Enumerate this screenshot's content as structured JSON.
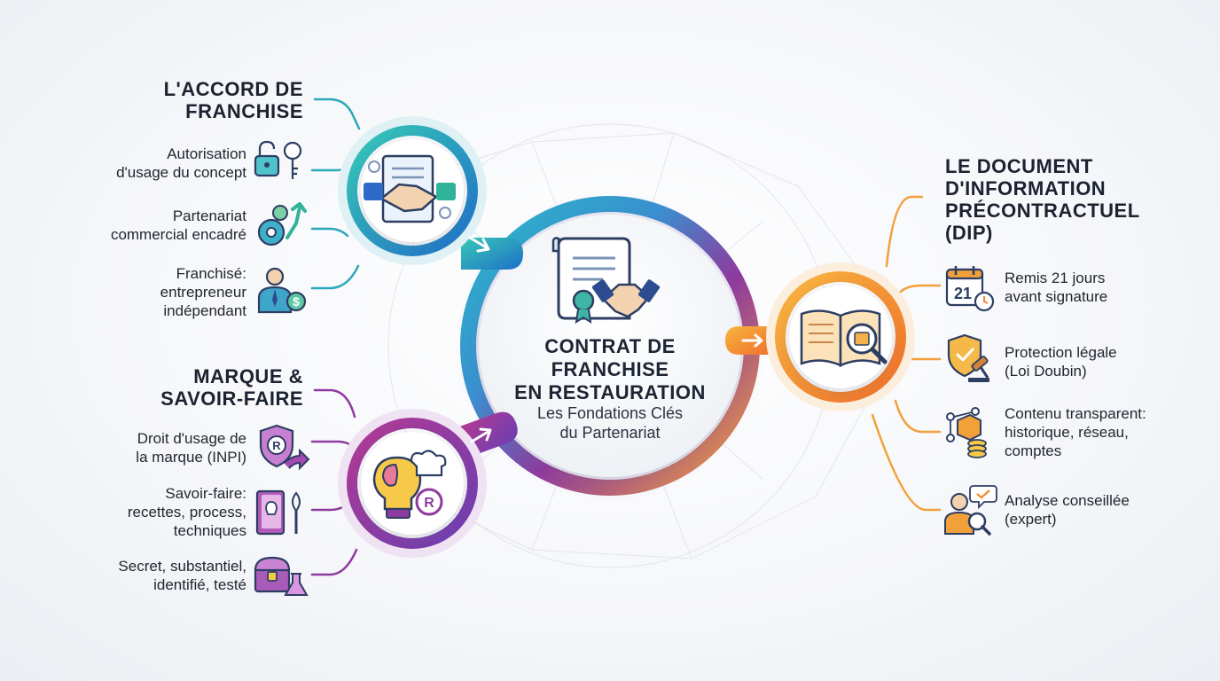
{
  "center": {
    "title_lines": [
      "CONTRAT DE",
      "FRANCHISE",
      "EN RESTAURATION"
    ],
    "subtitle_lines": [
      "Les Fondations Clés",
      "du Partenariat"
    ]
  },
  "sections": {
    "accord": {
      "heading_lines": [
        "L'ACCORD DE",
        "FRANCHISE"
      ],
      "color": "#1f9bb8",
      "hub_icon": "handshake-contract-icon",
      "items": [
        {
          "lines": [
            "Autorisation",
            "d'usage du concept"
          ],
          "icon": "padlock-key-icon"
        },
        {
          "lines": [
            "Partenariat",
            "commercial encadré"
          ],
          "icon": "gears-growth-icon"
        },
        {
          "lines": [
            "Franchisé:",
            "entrepreneur",
            "indépendant"
          ],
          "icon": "businessman-dollar-icon"
        }
      ]
    },
    "marque": {
      "heading_lines": [
        "MARQUE &",
        "SAVOIR-FAIRE"
      ],
      "color": "#8e3a9e",
      "hub_icon": "lightbulb-brain-chef-icon",
      "items": [
        {
          "lines": [
            "Droit d'usage de",
            "la marque (INPI)"
          ],
          "icon": "registered-shield-icon"
        },
        {
          "lines": [
            "Savoir-faire:",
            "recettes, process,",
            "techniques"
          ],
          "icon": "recipe-book-whisk-icon"
        },
        {
          "lines": [
            "Secret, substantiel,",
            "identifié, testé"
          ],
          "icon": "treasure-chest-flask-icon"
        }
      ]
    },
    "dip": {
      "heading_lines": [
        "LE DOCUMENT",
        "D'INFORMATION",
        "PRÉCONTRACTUEL",
        "(DIP)"
      ],
      "color": "#f08a2a",
      "hub_icon": "open-book-magnifier-icon",
      "items": [
        {
          "lines": [
            "Remis 21 jours",
            "avant signature"
          ],
          "icon": "calendar-clock-icon",
          "badge": "21"
        },
        {
          "lines": [
            "Protection légale",
            "(Loi Doubin)"
          ],
          "icon": "shield-gavel-icon"
        },
        {
          "lines": [
            "Contenu transparent:",
            "historique, réseau,",
            "comptes"
          ],
          "icon": "network-coins-icon"
        },
        {
          "lines": [
            "Analyse conseillée",
            "(expert)"
          ],
          "icon": "expert-magnifier-icon"
        }
      ]
    }
  },
  "colors": {
    "teal": "#1f9bb8",
    "purple": "#8e3a9e",
    "orange": "#f08a2a",
    "ink": "#22262f"
  }
}
